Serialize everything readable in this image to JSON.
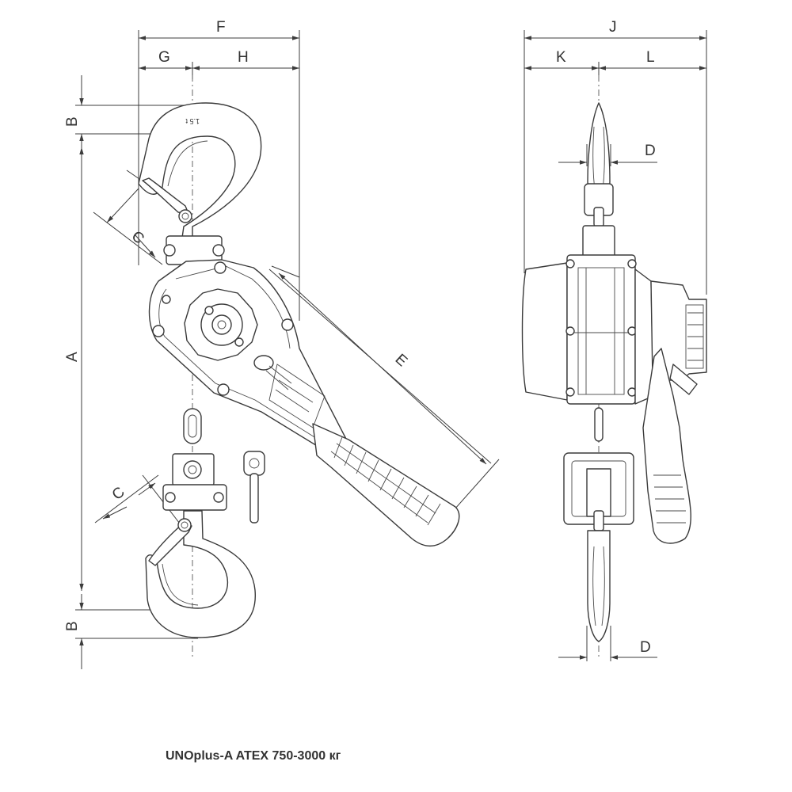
{
  "caption": "UNOplus-A ATEX 750-3000 кг",
  "hook_marking": "1.5 t",
  "dimensions": {
    "A": "A",
    "B": "B",
    "C": "C",
    "D": "D",
    "E": "E",
    "F": "F",
    "G": "G",
    "H": "H",
    "J": "J",
    "K": "K",
    "L": "L"
  },
  "colors": {
    "line": "#3c3c3c",
    "text": "#333333",
    "background": "#ffffff"
  }
}
